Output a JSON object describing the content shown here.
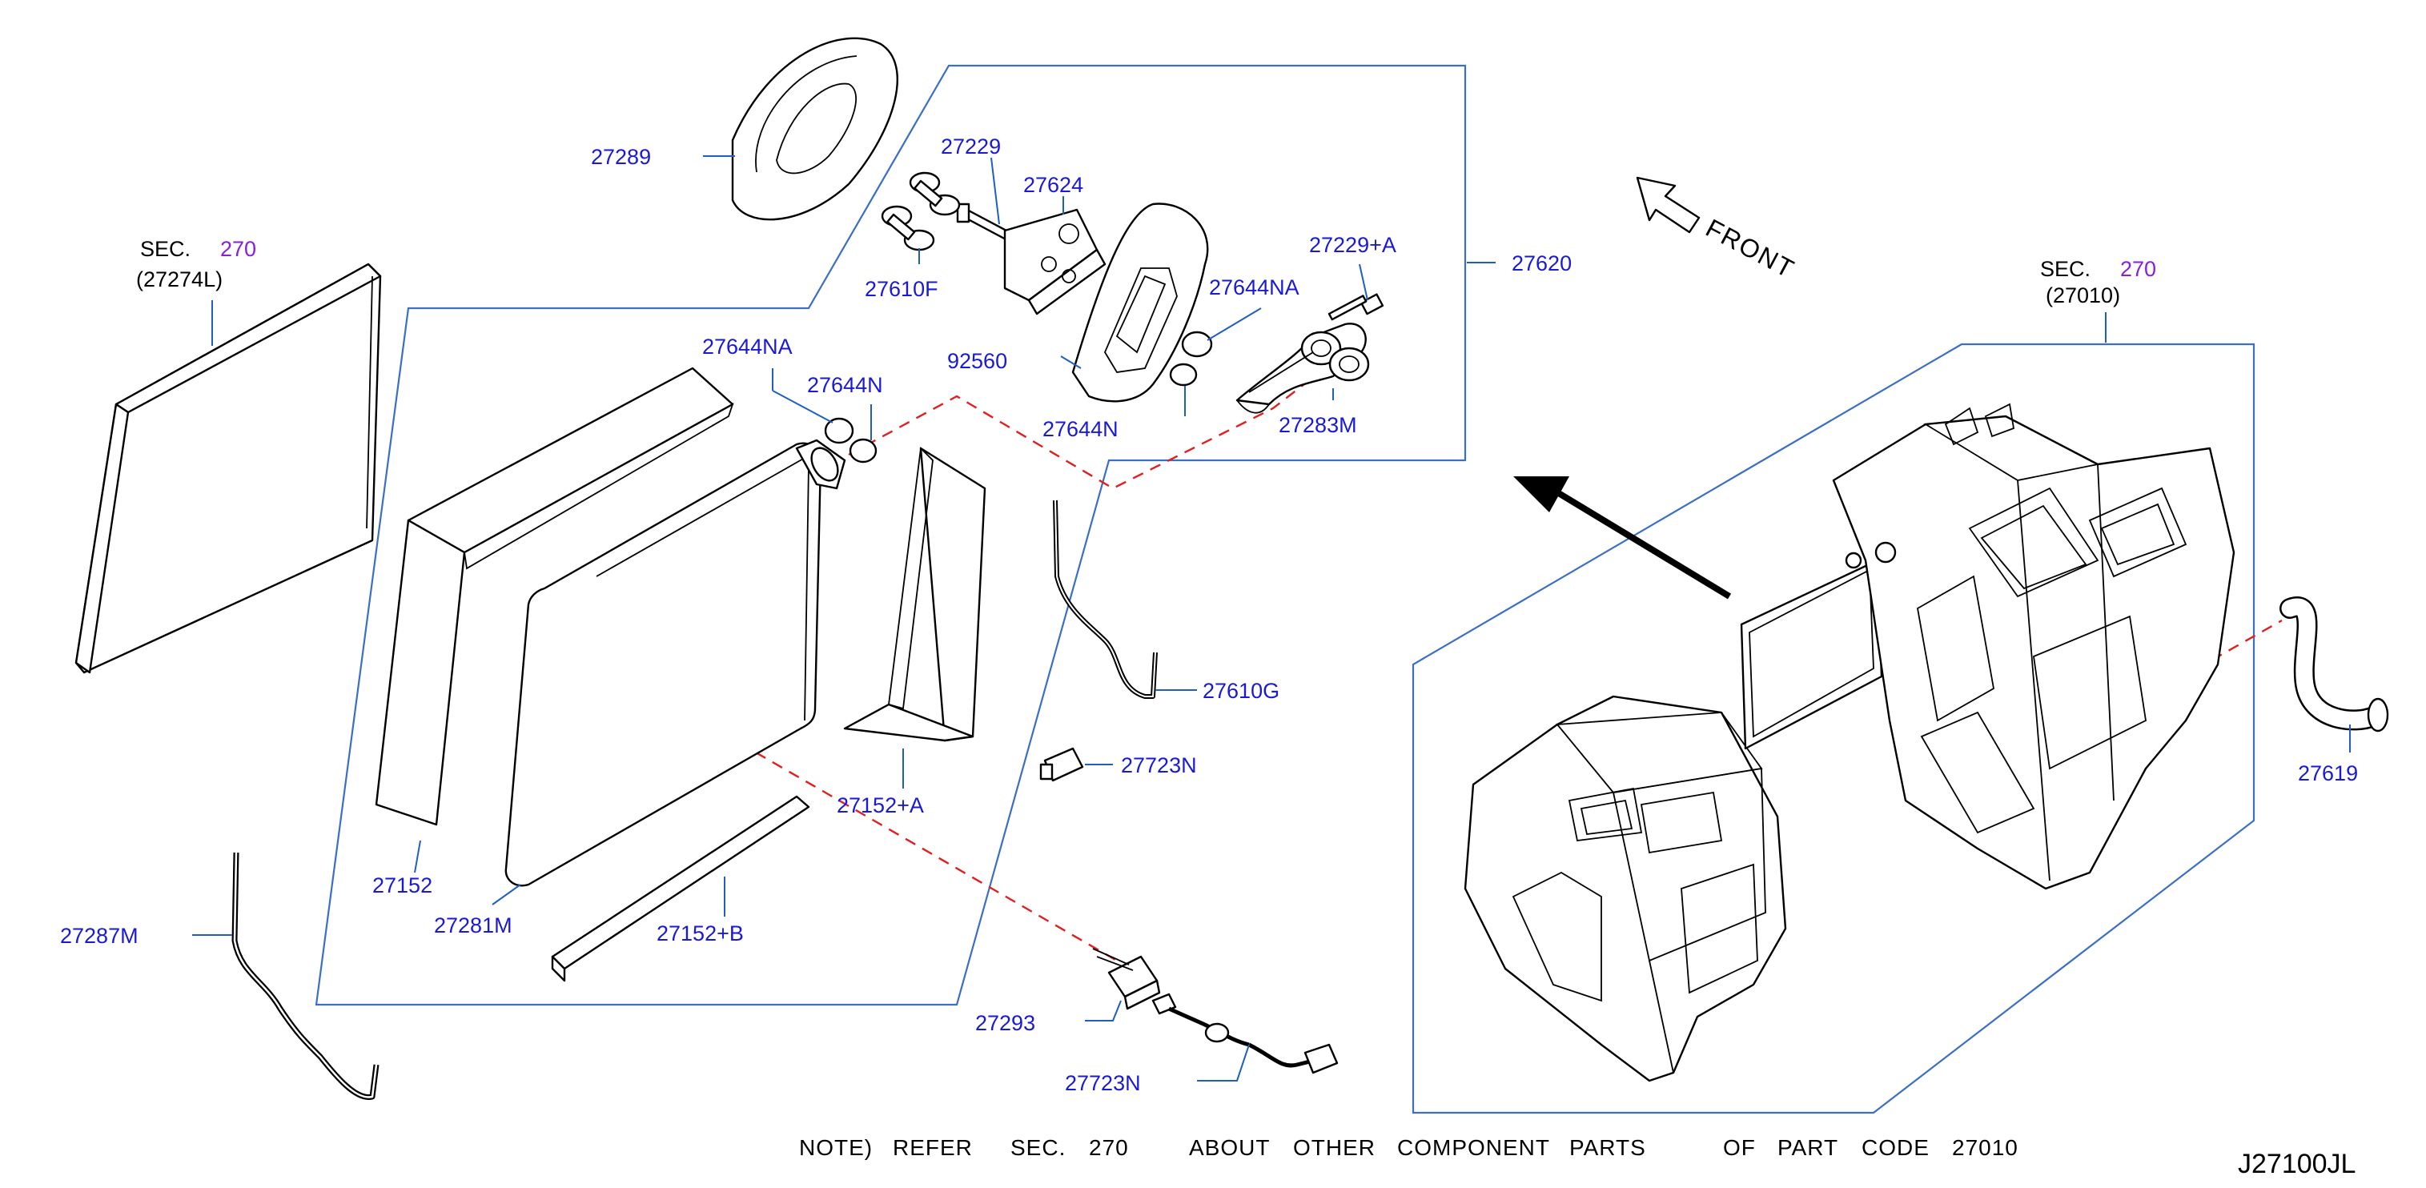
{
  "colors": {
    "part_number": "#1a1ad6",
    "section_ref": "#8a1fd8",
    "leader": "#1f5fbf",
    "dashed_connector": "#e02020",
    "outline": "#000000"
  },
  "parts": {
    "p27289": "27289",
    "p27229": "27229",
    "p27624": "27624",
    "p27610F": "27610F",
    "p27229A": "27229+A",
    "p27620": "27620",
    "p27644NA_top": "27644NA",
    "p92560": "92560",
    "p27644N_top": "27644N",
    "p27283M": "27283M",
    "p27644NA_left": "27644NA",
    "p27644N_left": "27644N",
    "p27610G": "27610G",
    "p27723N_top": "27723N",
    "p27152A": "27152+A",
    "p27152": "27152",
    "p27281M": "27281M",
    "p27152B": "27152+B",
    "p27287M": "27287M",
    "p27293": "27293",
    "p27723N_bottom": "27723N",
    "p27619": "27619"
  },
  "section_refs": {
    "left": {
      "prefix": "SEC.",
      "number": "270",
      "code": "(27274L)"
    },
    "right": {
      "prefix": "SEC.",
      "number": "270",
      "code": "(27010)"
    }
  },
  "front_label": "FRONT",
  "note": {
    "w1": "NOTE)",
    "w2": "REFER",
    "w3": "SEC.",
    "sec_number": "270",
    "w4": "ABOUT",
    "w5": "OTHER",
    "w6": "COMPONENT",
    "w7": "PARTS",
    "w8": "OF",
    "w9": "PART",
    "w10": "CODE",
    "w11": "27010"
  },
  "diagram_code": "J27100JL"
}
